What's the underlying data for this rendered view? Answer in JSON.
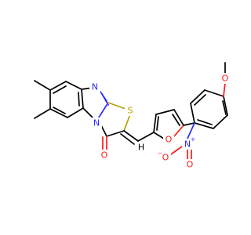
{
  "molecule": {
    "atoms": {
      "n_thiazole": {
        "label": "N",
        "color": "#2b2bff"
      },
      "n_ring": {
        "label": "N",
        "color": "#2b2bff"
      },
      "s_thiazole": {
        "label": "S",
        "color": "#b8a000"
      },
      "o_carbonyl": {
        "label": "O",
        "color": "#ff1a1a"
      },
      "o_furan": {
        "label": "O",
        "color": "#ff1a1a"
      },
      "o_methoxy": {
        "label": "O",
        "color": "#ff1a1a"
      },
      "n_nitro": {
        "label": "N",
        "charge": "+",
        "color": "#2b2bff"
      },
      "o_nitro_single": {
        "label": "O",
        "charge": "−",
        "color": "#ff1a1a"
      },
      "o_nitro_double": {
        "label": "O",
        "color": "#ff1a1a"
      },
      "h_vinyl": {
        "label": "H",
        "color": "#000000"
      }
    }
  }
}
